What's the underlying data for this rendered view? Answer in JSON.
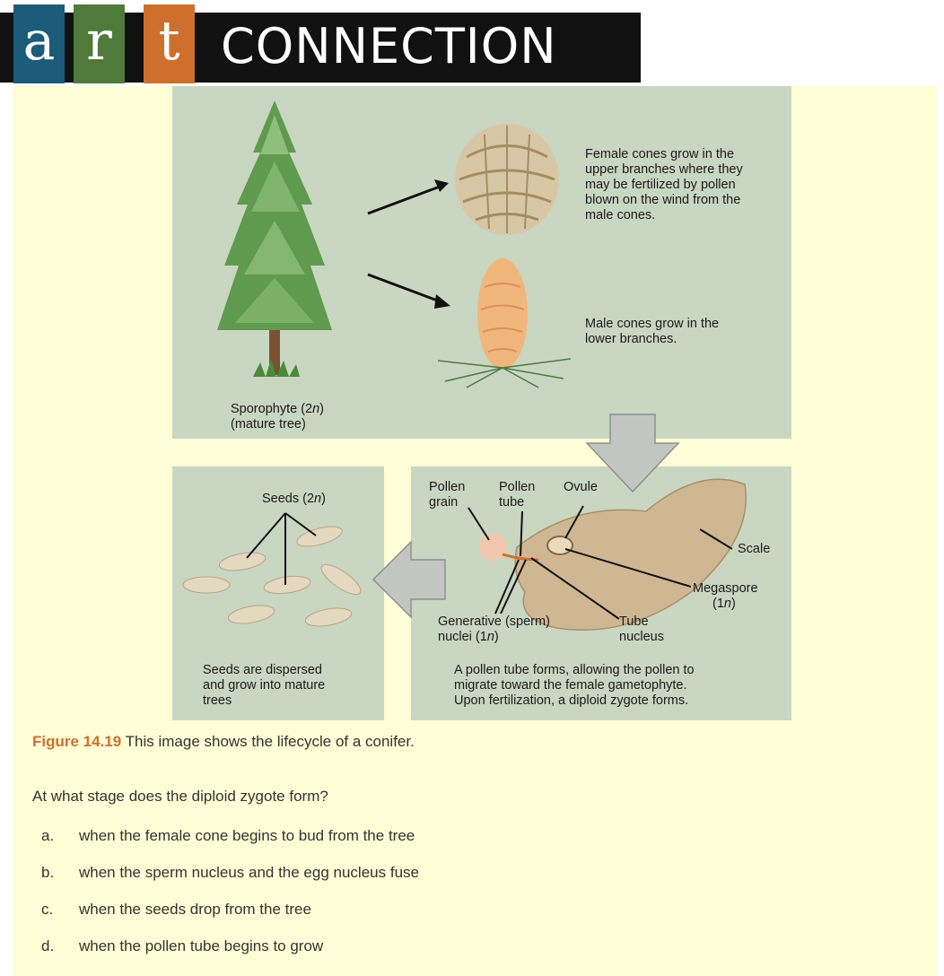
{
  "banner": {
    "letters": [
      "a",
      "r",
      "t"
    ],
    "word": "CONNECTION",
    "colors": {
      "a": "#1d5b7a",
      "r": "#4f7a3c",
      "t": "#cf6f2d"
    }
  },
  "diagram": {
    "female_text": [
      "Female cones grow in the",
      "upper branches where they",
      "may be fertilized by pollen",
      "blown on the wind from the",
      "male cones."
    ],
    "male_text": [
      "Male cones grow in the",
      "lower branches."
    ],
    "sporophyte": {
      "line1_pre": "Sporophyte (2",
      "line1_n": "n",
      "line1_post": ")",
      "line2": "(mature tree)"
    },
    "seeds_label": {
      "pre": "Seeds (2",
      "n": "n",
      "post": ")"
    },
    "seeds_text": [
      "Seeds are dispersed",
      "and grow into mature",
      "trees"
    ],
    "pollen_grain": [
      "Pollen",
      "grain"
    ],
    "pollen_tube": [
      "Pollen",
      "tube"
    ],
    "ovule": "Ovule",
    "scale": "Scale",
    "megaspore": {
      "line1": "Megaspore",
      "pre": "(1",
      "n": "n",
      "post": ")"
    },
    "generative": {
      "line1": "Generative (sperm)",
      "pre": "nuclei (1",
      "n": "n",
      "post": ")"
    },
    "tube_nucleus": [
      "Tube",
      "nucleus"
    ],
    "fertilization_text": [
      "A pollen tube forms, allowing the pollen to",
      "migrate toward the female gametophyte.",
      "Upon fertilization, a diploid zygote forms."
    ]
  },
  "caption": {
    "figure": "Figure 14.19",
    "text": " This image shows the lifecycle of a conifer."
  },
  "question": "At what stage does the diploid zygote form?",
  "options": [
    {
      "key": "a.",
      "text": "when the female cone begins to bud from the tree"
    },
    {
      "key": "b.",
      "text": "when the sperm nucleus and the egg nucleus fuse"
    },
    {
      "key": "c.",
      "text": "when the seeds drop from the tree"
    },
    {
      "key": "d.",
      "text": "when the pollen tube begins to grow"
    }
  ]
}
